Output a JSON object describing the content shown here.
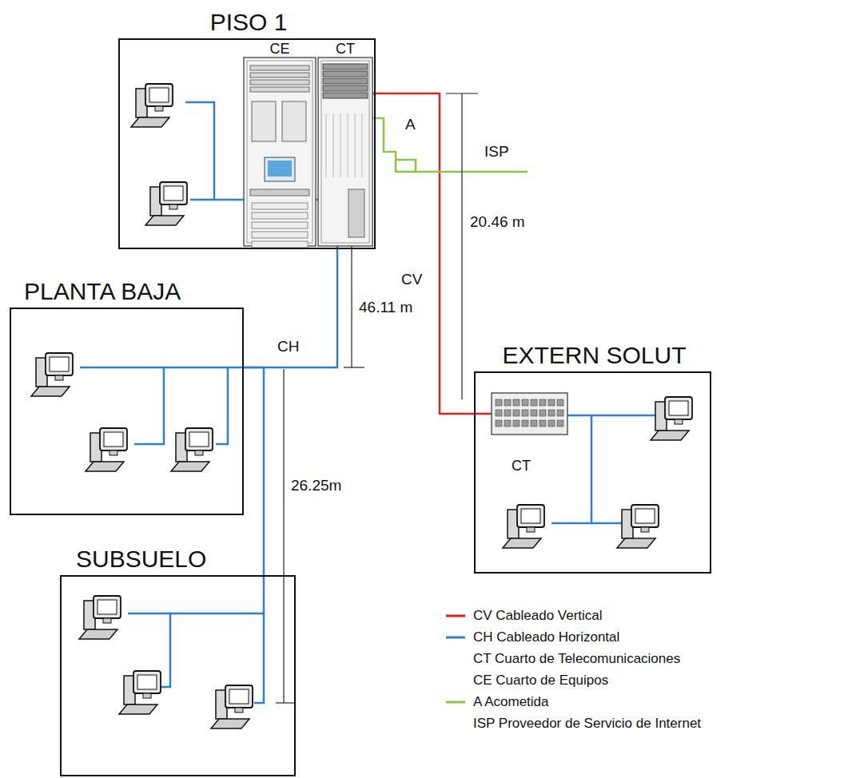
{
  "diagram": {
    "nodes": [
      {
        "text": [
          "PISO 1"
        ]
      },
      {
        "text": [
          "CE"
        ],
        "in": 0
      },
      {
        "text": [
          "CT"
        ],
        "in": 0
      },
      {
        "text": [
          "PLANTA BAJA"
        ]
      },
      {
        "text": [
          "SUBSUELO"
        ]
      },
      {
        "text": [
          "EXTERN SOLUT"
        ]
      },
      {
        "text": [
          "CT"
        ],
        "in": 5
      }
    ],
    "edges": [
      {
        "from": 2,
        "to": 6,
        "arrow": "none",
        "label": "CV"
      },
      {
        "from": 2,
        "to": 3,
        "arrow": "none",
        "label": "CH"
      },
      {
        "from": 3,
        "to": 4,
        "arrow": "none"
      }
    ],
    "labels": [
      "A",
      "ISP",
      "20.46 m",
      "46.11 m",
      "26.25m"
    ],
    "legend": [
      {
        "text": "CV Cableado Vertical"
      },
      {
        "text": "CH Cableado Horizontal"
      },
      {
        "text": "CT Cuarto de Telecomunicaciones"
      },
      {
        "text": "CE Cuarto de Equipos"
      },
      {
        "text": "A Acometida"
      },
      {
        "text": "ISP Proveedor de Servicio de Internet"
      }
    ]
  }
}
